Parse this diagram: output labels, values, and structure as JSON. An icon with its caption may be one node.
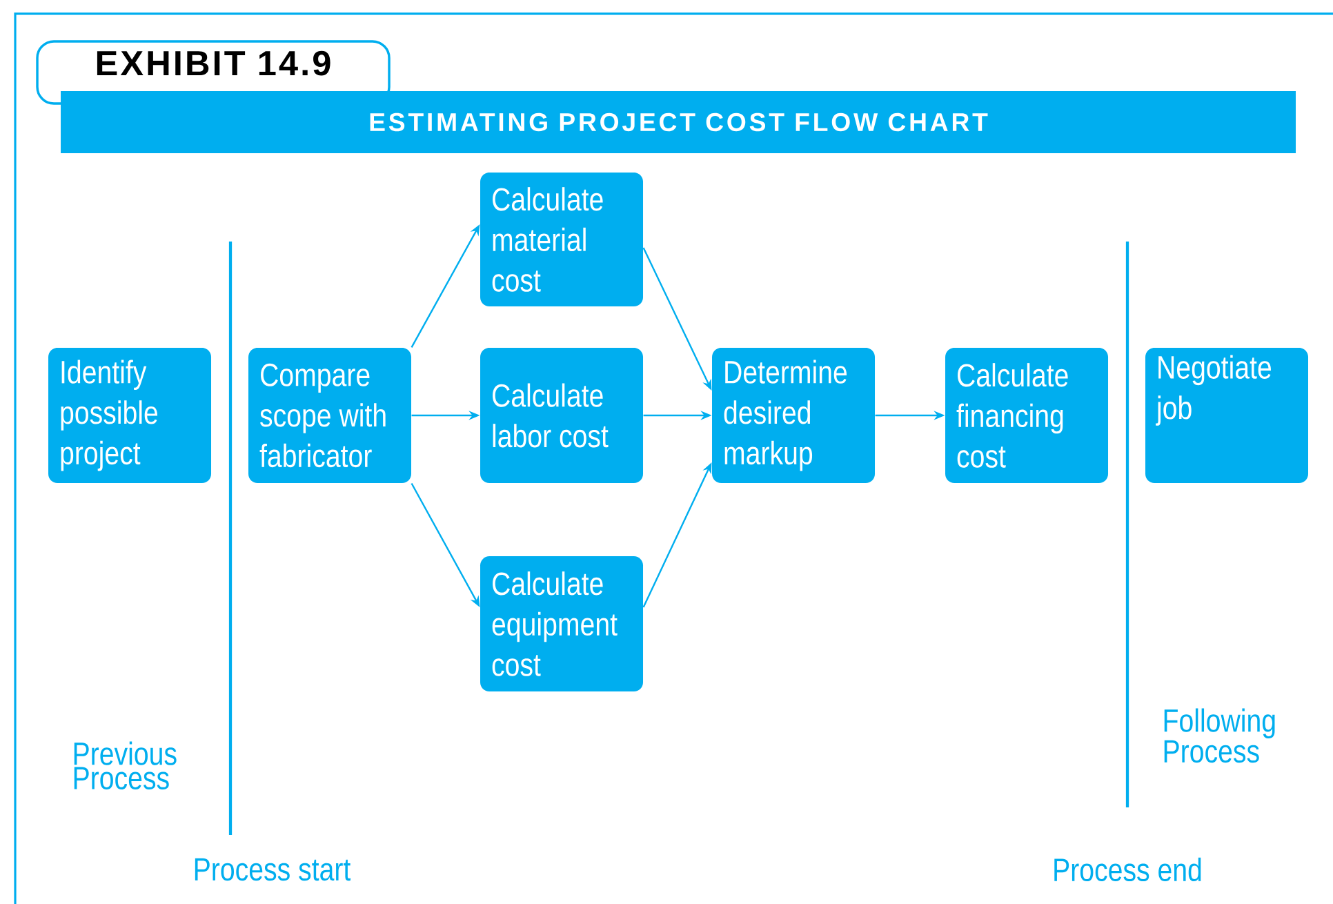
{
  "diagram": {
    "title": "ESTIMATING PROJECT COST FLOW CHART",
    "nodes": [
      {
        "text": [
          "Identify possible project"
        ]
      },
      {
        "text": [
          "Compare scope with fabricator"
        ]
      },
      {
        "text": [
          "Calculate material cost"
        ]
      },
      {
        "text": [
          "Calculate labor cost"
        ]
      },
      {
        "text": [
          "Calculate equipment cost"
        ]
      },
      {
        "text": [
          "Determine desired markup"
        ]
      },
      {
        "text": [
          "Calculate financing cost"
        ]
      },
      {
        "text": [
          "Negotiate job"
        ]
      }
    ],
    "edges": [
      {
        "from": 1,
        "to": 2,
        "arrow": "to"
      },
      {
        "from": 1,
        "to": 3,
        "arrow": "to"
      },
      {
        "from": 1,
        "to": 4,
        "arrow": "to"
      },
      {
        "from": 2,
        "to": 5,
        "arrow": "to"
      },
      {
        "from": 3,
        "to": 5,
        "arrow": "to"
      },
      {
        "from": 4,
        "to": 5,
        "arrow": "to"
      },
      {
        "from": 5,
        "to": 6,
        "arrow": "to"
      }
    ],
    "labels": [
      "EXHIBIT 14.9",
      "Previous Process",
      "Following Process",
      "Process start",
      "Process end"
    ]
  }
}
